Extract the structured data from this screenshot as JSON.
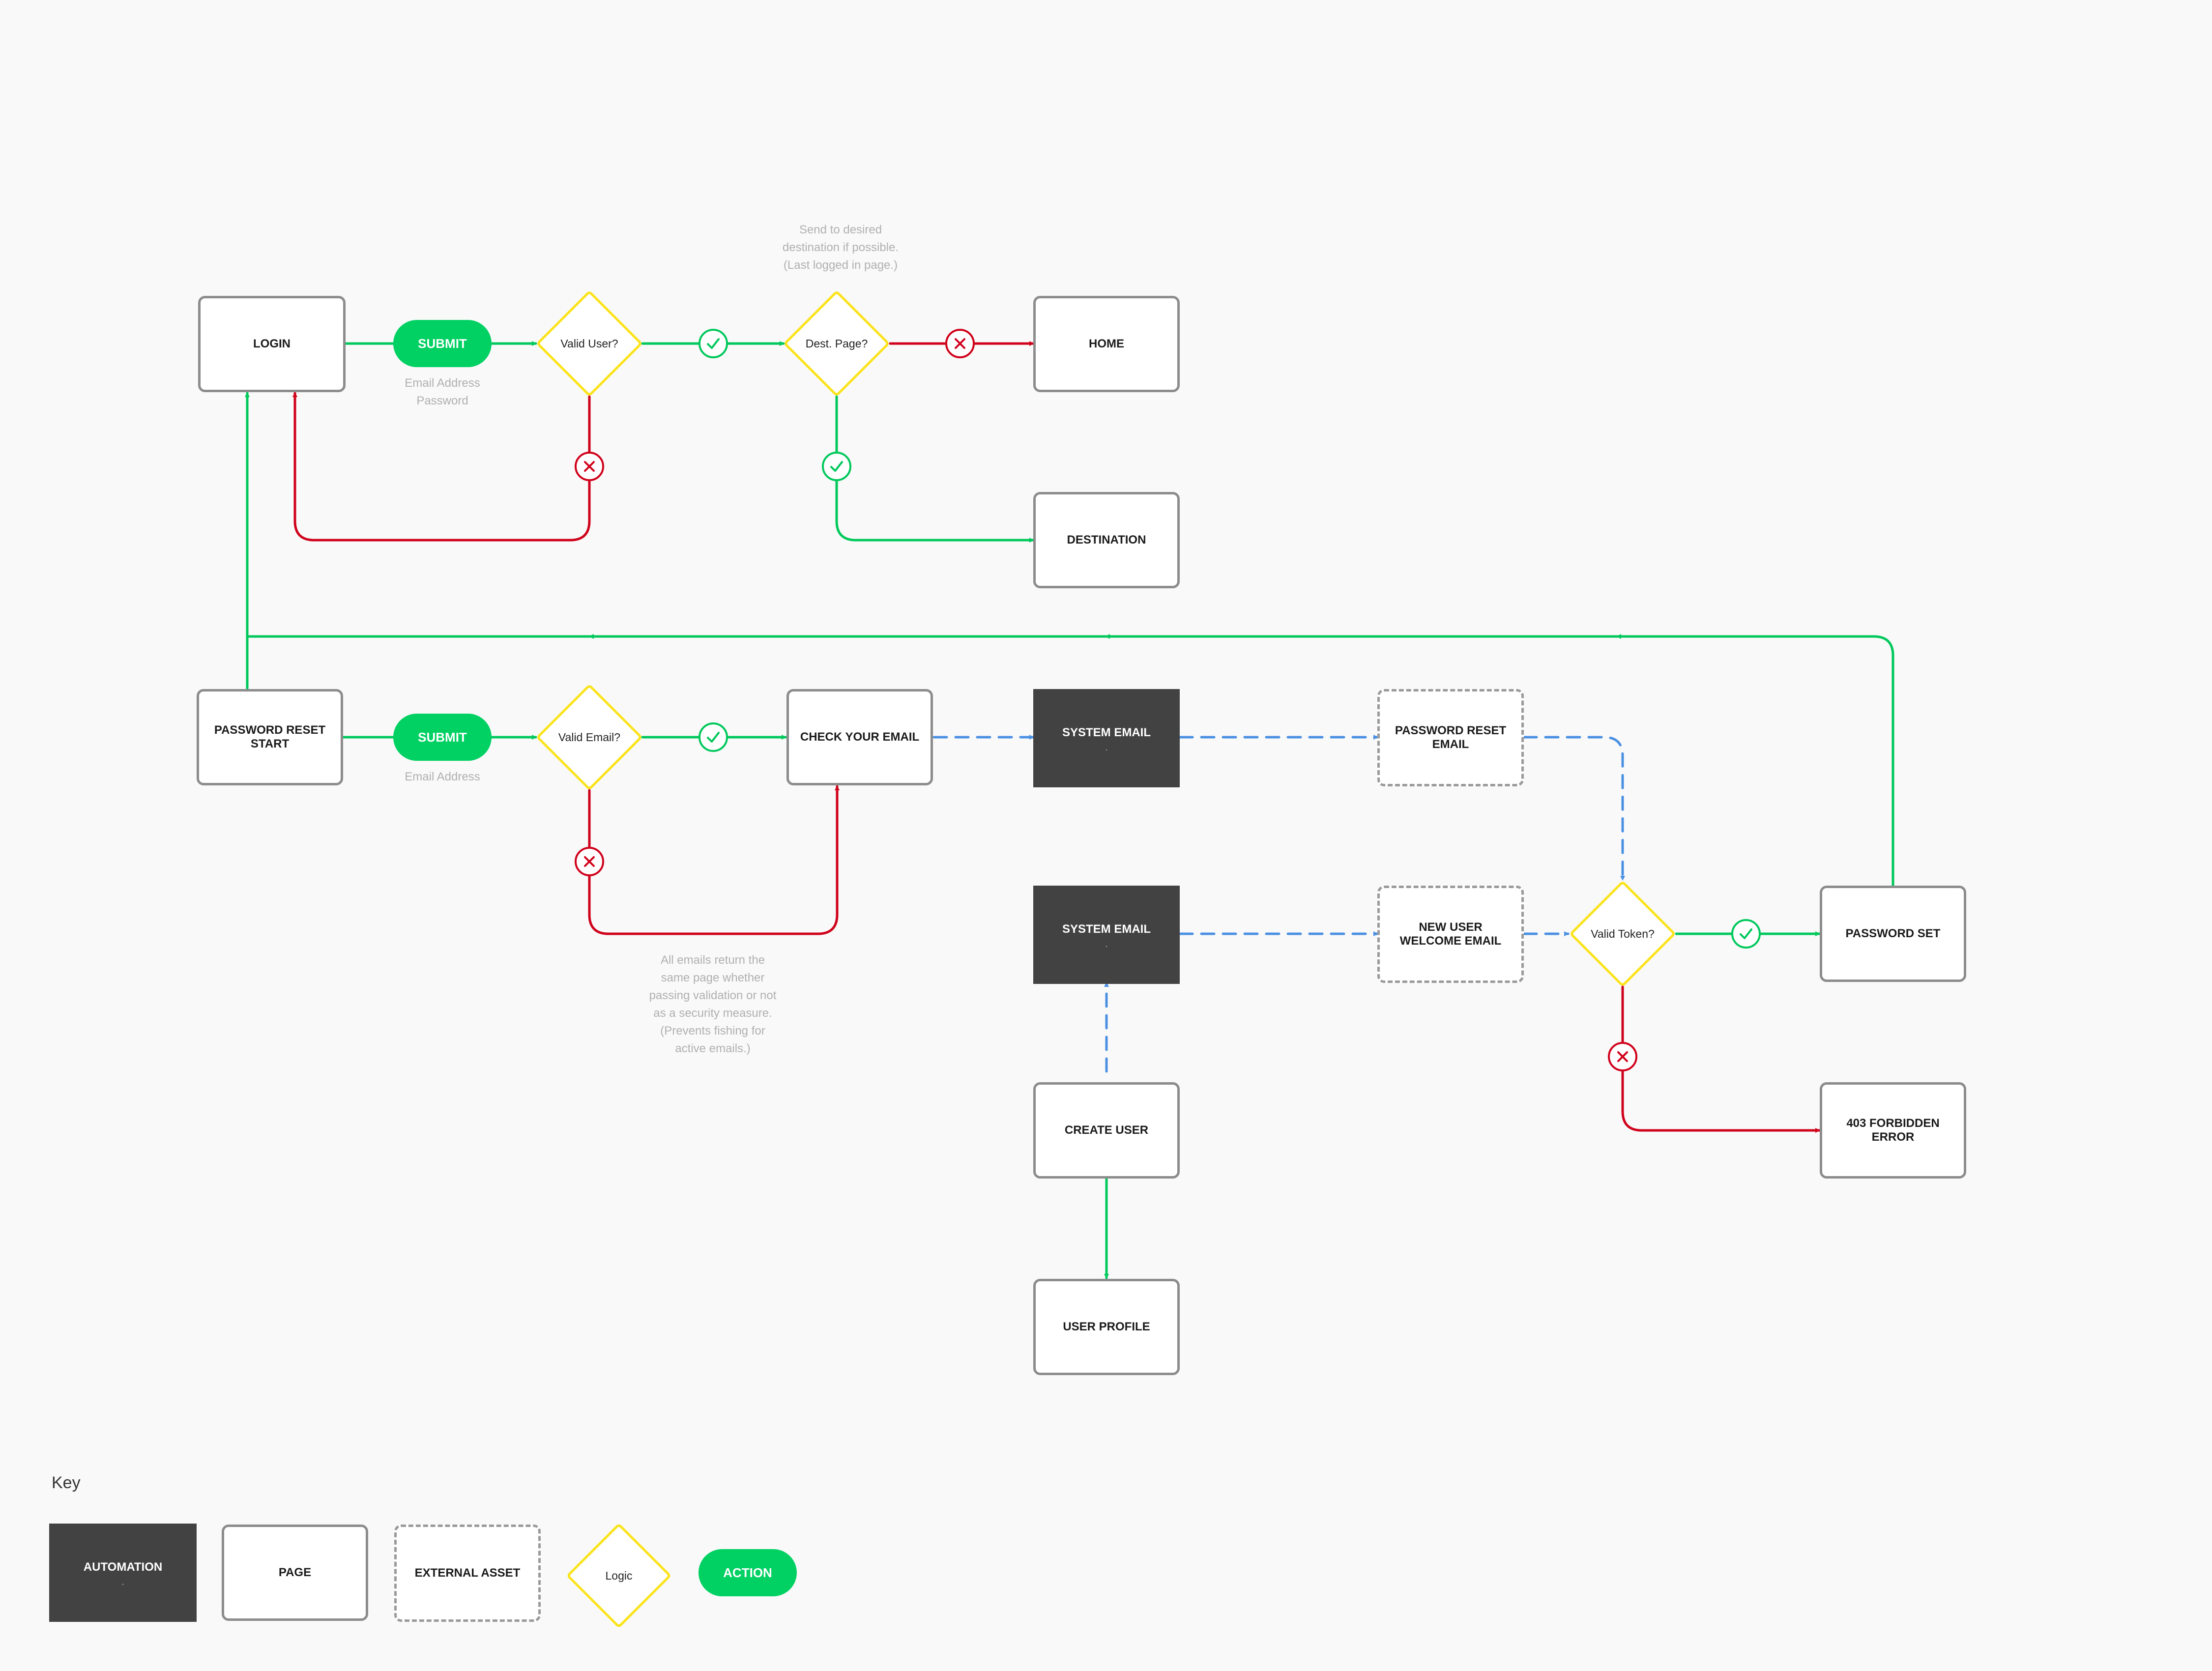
{
  "nodes": {
    "login": "LOGIN",
    "home": "HOME",
    "destination": "DESTINATION",
    "password_reset_start": "PASSWORD RESET START",
    "check_your_email": "CHECK YOUR EMAIL",
    "system_email_top": "SYSTEM EMAIL",
    "system_email_bottom": "SYSTEM EMAIL",
    "automation_subtext": ".",
    "password_reset_email": "PASSWORD RESET EMAIL",
    "new_user_welcome_email": "NEW USER WELCOME EMAIL",
    "password_set": "PASSWORD SET",
    "forbidden_error": "403 FORBIDDEN ERROR",
    "create_user": "CREATE USER",
    "user_profile": "USER PROFILE"
  },
  "actions": {
    "submit_login": "SUBMIT",
    "submit_reset": "SUBMIT"
  },
  "decisions": {
    "valid_user": "Valid User?",
    "dest_page": "Dest. Page?",
    "valid_email": "Valid Email?",
    "valid_token": "Valid Token?"
  },
  "notes": {
    "login_fields": [
      "Email Address",
      "Password"
    ],
    "reset_fields": [
      "Email Address"
    ],
    "destination_note": [
      "Send to desired",
      "destination if possible.",
      "(Last logged in page.)"
    ],
    "security_note": [
      "All emails return the",
      "same page whether",
      "passing validation or not",
      "as a security measure.",
      "(Prevents fishing for",
      "active emails.)"
    ]
  },
  "key": {
    "title": "Key",
    "automation": "AUTOMATION",
    "page": "PAGE",
    "external_asset": "EXTERNAL ASSET",
    "logic": "Logic",
    "action": "ACTION"
  },
  "colors": {
    "background": "#f9f9f9",
    "success": "#00c85b",
    "failure": "#d0021b",
    "system": "#4a90e2",
    "logic_border": "#fbe31c",
    "action_fill": "#00d162",
    "automation_fill": "#424242",
    "page_border": "#8c8c8c"
  }
}
